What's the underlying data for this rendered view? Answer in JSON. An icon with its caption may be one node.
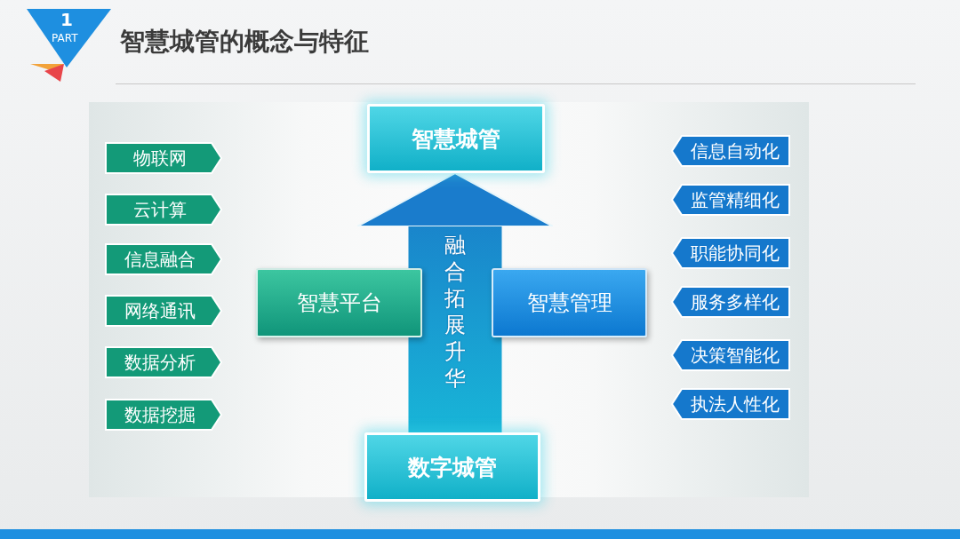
{
  "diagram": {
    "title": "智慧城管的概念与特征",
    "nodes": [
      {
        "text": [
          "1",
          "PART"
        ]
      },
      {
        "text": [
          "智慧城管"
        ]
      },
      {
        "text": [
          "物联网"
        ]
      },
      {
        "text": [
          "云计算"
        ]
      },
      {
        "text": [
          "信息融合"
        ]
      },
      {
        "text": [
          "网络通讯"
        ]
      },
      {
        "text": [
          "数据分析"
        ]
      },
      {
        "text": [
          "数据挖掘"
        ]
      },
      {
        "text": [
          "智慧平台"
        ]
      },
      {
        "text": [
          "智慧管理"
        ]
      },
      {
        "text": [
          "信息自动化"
        ]
      },
      {
        "text": [
          "监管精细化"
        ]
      },
      {
        "text": [
          "职能协同化"
        ]
      },
      {
        "text": [
          "服务多样化"
        ]
      },
      {
        "text": [
          "决策智能化"
        ]
      },
      {
        "text": [
          "执法人性化"
        ]
      },
      {
        "text": [
          "数字城管"
        ]
      }
    ],
    "edges": [
      {
        "from": 16,
        "to": 1,
        "arrow": "to",
        "label": "融合拓展升华"
      }
    ]
  }
}
